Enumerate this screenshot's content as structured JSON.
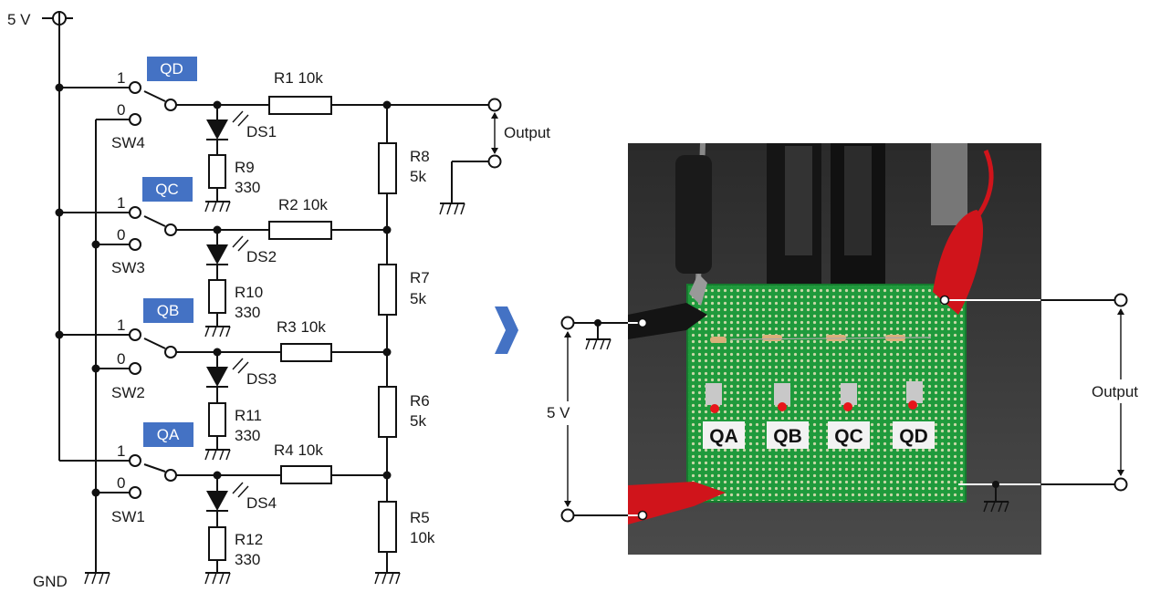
{
  "supply_label": "5 V",
  "gnd_label": "GND",
  "output_label": "Output",
  "photo_supply_label": "5 V",
  "photo_output_label": "Output",
  "bit_tags": [
    "QD",
    "QC",
    "QB",
    "QA"
  ],
  "switch_pos_one": "1",
  "switch_pos_zero": "0",
  "switches": [
    "SW4",
    "SW3",
    "SW2",
    "SW1"
  ],
  "series_resistors": [
    {
      "name": "R1",
      "value": "10k"
    },
    {
      "name": "R2",
      "value": "10k"
    },
    {
      "name": "R3",
      "value": "10k"
    },
    {
      "name": "R4",
      "value": "10k"
    }
  ],
  "leds": [
    "DS1",
    "DS2",
    "DS3",
    "DS4"
  ],
  "led_resistors": [
    {
      "name": "R9",
      "value": "330"
    },
    {
      "name": "R10",
      "value": "330"
    },
    {
      "name": "R11",
      "value": "330"
    },
    {
      "name": "R12",
      "value": "330"
    }
  ],
  "ladder_resistors": [
    {
      "name": "R8",
      "value": "5k"
    },
    {
      "name": "R7",
      "value": "5k"
    },
    {
      "name": "R6",
      "value": "5k"
    },
    {
      "name": "R5",
      "value": "10k"
    }
  ],
  "board_labels": [
    "QA",
    "QB",
    "QC",
    "QD"
  ],
  "colors": {
    "tag_blue": "#4472c4",
    "board_green": "#1f9a3c",
    "clip_red": "#d0141b",
    "led_red": "#e8141a"
  }
}
